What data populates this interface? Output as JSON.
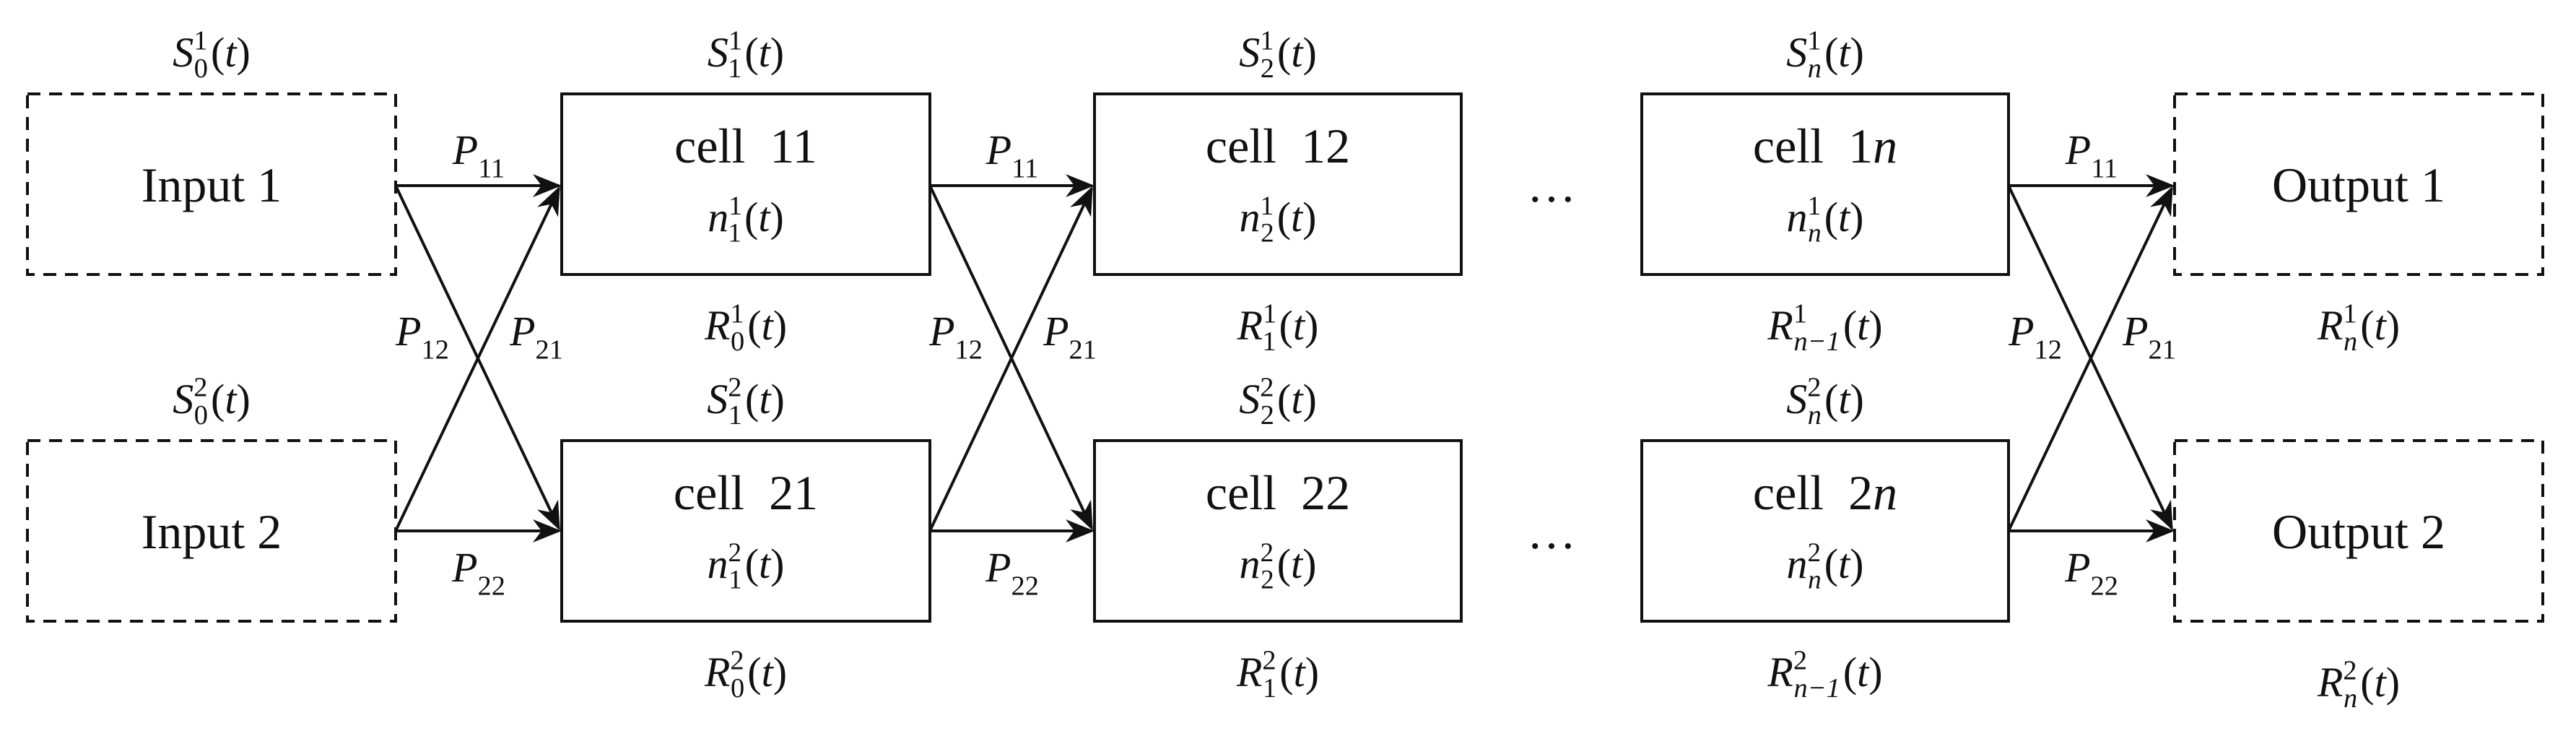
{
  "inputs": [
    {
      "label": "Input 1",
      "top": {
        "base": "S",
        "sub": "0",
        "sup": "1",
        "arg": "(t)"
      }
    },
    {
      "label": "Input 2",
      "top": {
        "base": "S",
        "sub": "0",
        "sup": "2",
        "arg": "(t)"
      }
    }
  ],
  "cells": [
    {
      "label_text": "cell",
      "label_id": "11",
      "label_italic": false,
      "n": {
        "base": "n",
        "sub": "1",
        "sup": "1",
        "arg": "(t)"
      },
      "top": {
        "base": "S",
        "sub": "1",
        "sup": "1",
        "arg": "(t)"
      },
      "bottom": {
        "base": "R",
        "sub": "0",
        "sup": "1",
        "arg": "(t)"
      }
    },
    {
      "label_text": "cell",
      "label_id": "12",
      "label_italic": false,
      "n": {
        "base": "n",
        "sub": "2",
        "sup": "1",
        "arg": "(t)"
      },
      "top": {
        "base": "S",
        "sub": "2",
        "sup": "1",
        "arg": "(t)"
      },
      "bottom": {
        "base": "R",
        "sub": "1",
        "sup": "1",
        "arg": "(t)"
      }
    },
    {
      "label_text": "cell",
      "label_id": "1n",
      "label_italic": true,
      "n": {
        "base": "n",
        "sub": "n",
        "sup": "1",
        "arg": "(t)"
      },
      "top": {
        "base": "S",
        "sub": "n",
        "sup": "1",
        "arg": "(t)"
      },
      "bottom": {
        "base": "R",
        "sub": "n−1",
        "sup": "1",
        "arg": "(t)"
      }
    },
    {
      "label_text": "cell",
      "label_id": "21",
      "label_italic": false,
      "n": {
        "base": "n",
        "sub": "1",
        "sup": "2",
        "arg": "(t)"
      },
      "top": {
        "base": "S",
        "sub": "1",
        "sup": "2",
        "arg": "(t)"
      },
      "bottom": {
        "base": "R",
        "sub": "0",
        "sup": "2",
        "arg": "(t)"
      }
    },
    {
      "label_text": "cell",
      "label_id": "22",
      "label_italic": false,
      "n": {
        "base": "n",
        "sub": "2",
        "sup": "2",
        "arg": "(t)"
      },
      "top": {
        "base": "S",
        "sub": "2",
        "sup": "2",
        "arg": "(t)"
      },
      "bottom": {
        "base": "R",
        "sub": "1",
        "sup": "2",
        "arg": "(t)"
      }
    },
    {
      "label_text": "cell",
      "label_id": "2n",
      "label_italic": true,
      "n": {
        "base": "n",
        "sub": "n",
        "sup": "2",
        "arg": "(t)"
      },
      "top": {
        "base": "S",
        "sub": "n",
        "sup": "2",
        "arg": "(t)"
      },
      "bottom": {
        "base": "R",
        "sub": "n−1",
        "sup": "2",
        "arg": "(t)"
      }
    }
  ],
  "outputs": [
    {
      "label": "Output 1",
      "bottom": {
        "base": "R",
        "sub": "n",
        "sup": "1",
        "arg": "(t)"
      }
    },
    {
      "label": "Output 2",
      "bottom": {
        "base": "R",
        "sub": "n",
        "sup": "2",
        "arg": "(t)"
      }
    }
  ],
  "transitions": {
    "p11": {
      "base": "P",
      "sub": "11"
    },
    "p12": {
      "base": "P",
      "sub": "12"
    },
    "p21": {
      "base": "P",
      "sub": "21"
    },
    "p22": {
      "base": "P",
      "sub": "22"
    }
  },
  "ellipsis": "…"
}
